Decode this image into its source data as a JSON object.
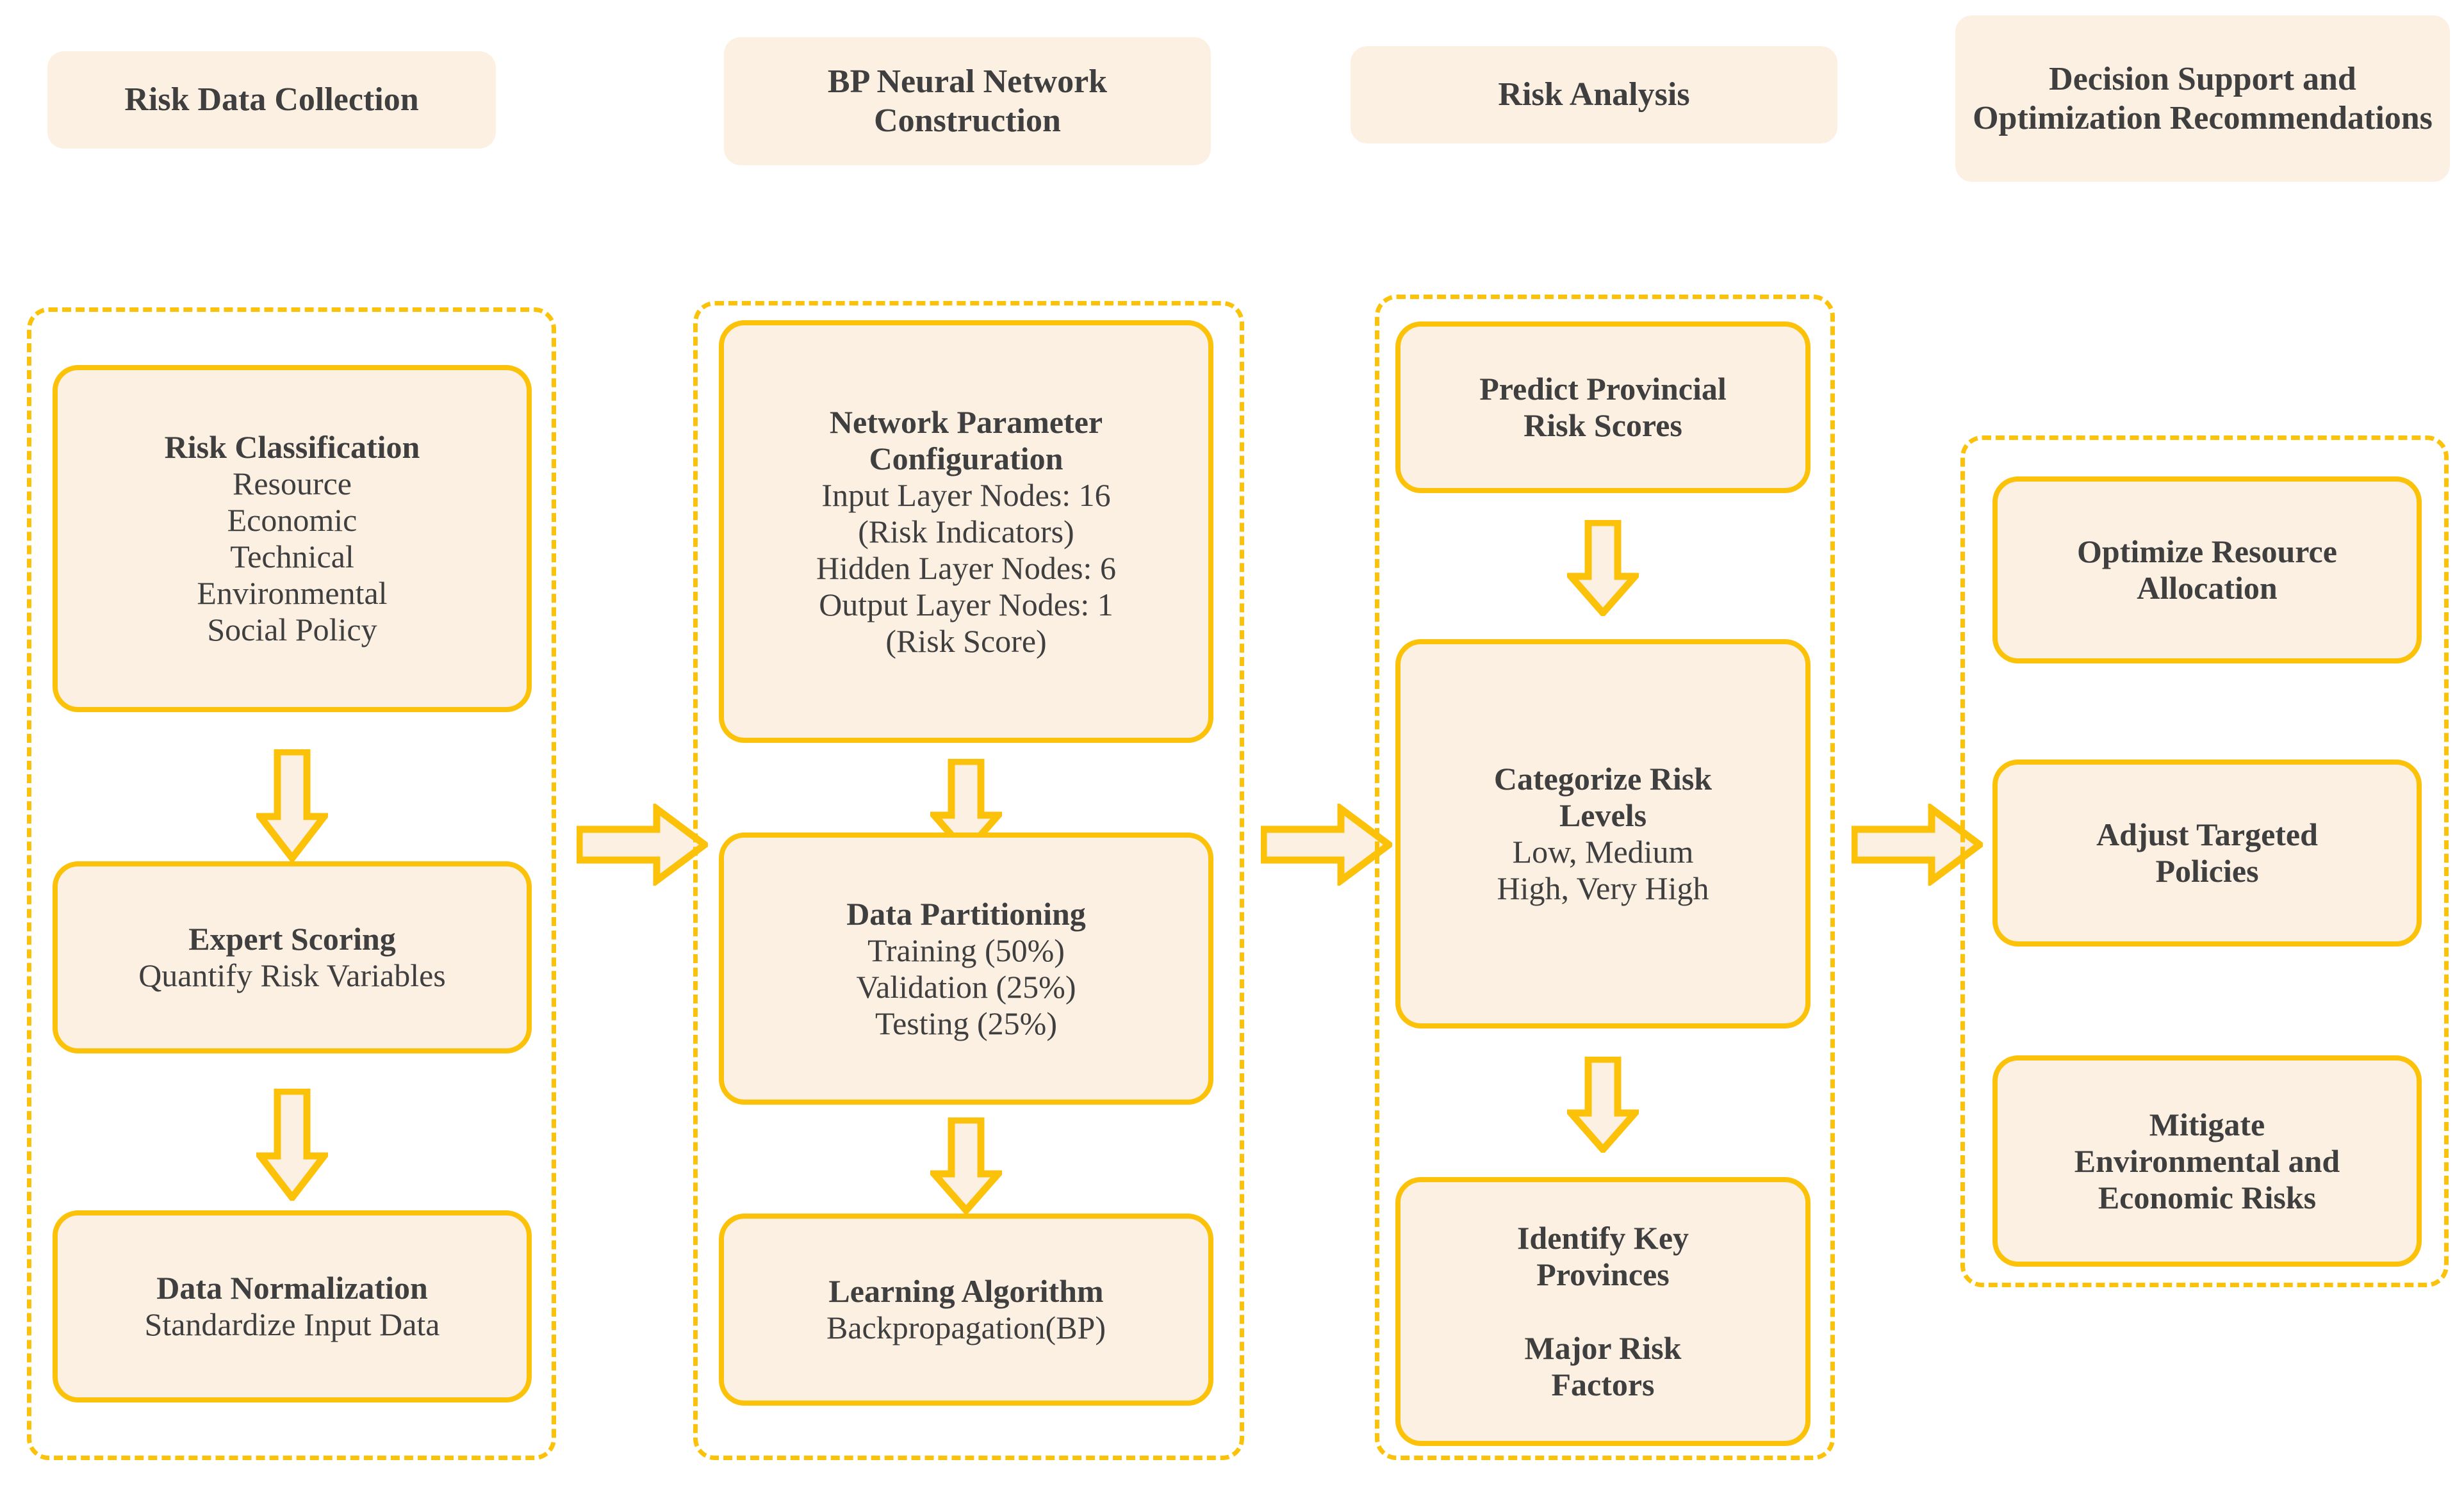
{
  "diagram": {
    "title": "Risk assessment workflow using BP neural network",
    "accent_color": "#fcc20a",
    "card_fill": "#fcf0e3",
    "text_color": "#3f3f3f",
    "background": "#ffffff"
  },
  "columns": [
    {
      "id": "risk-data-collection",
      "header": "Risk Data Collection",
      "cards": [
        {
          "id": "risk-classification",
          "title": "Risk Classification",
          "lines": [
            "Resource",
            "Economic",
            "Technical",
            "Environmental",
            "Social Policy"
          ]
        },
        {
          "id": "expert-scoring",
          "title": "Expert Scoring",
          "lines": [
            "Quantify Risk Variables"
          ]
        },
        {
          "id": "data-normalization",
          "title": "Data Normalization",
          "lines": [
            "Standardize Input Data"
          ]
        }
      ]
    },
    {
      "id": "bp-neural-network-construction",
      "header": "BP Neural Network\nConstruction",
      "cards": [
        {
          "id": "network-parameter-configuration",
          "title": "Network Parameter\nConfiguration",
          "lines": [
            "Input Layer Nodes: 16",
            "(Risk Indicators)",
            "Hidden Layer Nodes: 6",
            "Output Layer Nodes: 1",
            "(Risk Score)"
          ]
        },
        {
          "id": "data-partitioning",
          "title": "Data Partitioning",
          "lines": [
            "Training (50%)",
            "Validation (25%)",
            "Testing (25%)"
          ]
        },
        {
          "id": "learning-algorithm",
          "title": "Learning Algorithm",
          "lines": [
            "Backpropagation(BP)"
          ]
        }
      ]
    },
    {
      "id": "risk-analysis",
      "header": "Risk Analysis",
      "cards": [
        {
          "id": "predict-provincial-risk-scores",
          "title": "Predict Provincial\nRisk Scores",
          "lines": []
        },
        {
          "id": "categorize-risk-levels",
          "title": "Categorize Risk\nLevels",
          "lines": [
            "Low, Medium",
            "High, Very High"
          ]
        },
        {
          "id": "identify-key-provinces",
          "title": "Identify Key\nProvinces",
          "title2": "Major Risk\nFactors",
          "lines": []
        }
      ]
    },
    {
      "id": "decision-support-and-optimization-recommendations",
      "header": "Decision Support and\nOptimization\nRecommendations",
      "cards": [
        {
          "id": "optimize-resource-allocation",
          "title": "Optimize Resource\nAllocation",
          "lines": []
        },
        {
          "id": "adjust-targeted-policies",
          "title": "Adjust Targeted\nPolicies",
          "lines": []
        },
        {
          "id": "mitigate-environmental-and-economic-risks",
          "title": "Mitigate\nEnvironmental and\nEconomic Risks",
          "lines": []
        }
      ]
    }
  ],
  "flow": {
    "vertical_arrows": [
      {
        "id": "c1-arrow-1",
        "from": "risk-classification",
        "to": "expert-scoring"
      },
      {
        "id": "c1-arrow-2",
        "from": "expert-scoring",
        "to": "data-normalization"
      },
      {
        "id": "c2-arrow-1",
        "from": "network-parameter-configuration",
        "to": "data-partitioning"
      },
      {
        "id": "c2-arrow-2",
        "from": "data-partitioning",
        "to": "learning-algorithm"
      },
      {
        "id": "c3-arrow-1",
        "from": "predict-provincial-risk-scores",
        "to": "categorize-risk-levels"
      },
      {
        "id": "c3-arrow-2",
        "from": "categorize-risk-levels",
        "to": "identify-key-provinces"
      }
    ],
    "horizontal_arrows": [
      {
        "id": "col1-to-col2",
        "from": "risk-data-collection",
        "to": "bp-neural-network-construction"
      },
      {
        "id": "col2-to-col3",
        "from": "bp-neural-network-construction",
        "to": "risk-analysis"
      },
      {
        "id": "col3-to-col4",
        "from": "risk-analysis",
        "to": "decision-support-and-optimization-recommendations"
      }
    ]
  }
}
